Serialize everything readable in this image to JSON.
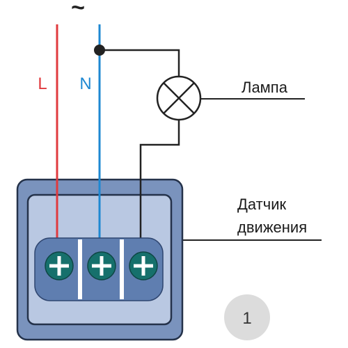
{
  "symbols": {
    "ac": "~",
    "live": "L",
    "neutral": "N"
  },
  "labels": {
    "lamp": "Лампа",
    "sensor_line1": "Датчик",
    "sensor_line2": "движения"
  },
  "badge": "1",
  "colors": {
    "live_wire": "#e03a3e",
    "neutral_wire": "#1e88d2",
    "load_wire": "#222222",
    "housing_outer": "#7a93bd",
    "housing_inner": "#b9c8e2",
    "terminal_block": "#5f7eb0",
    "terminal_screw": "#16706c",
    "badge_bg": "#dcdcdc"
  }
}
